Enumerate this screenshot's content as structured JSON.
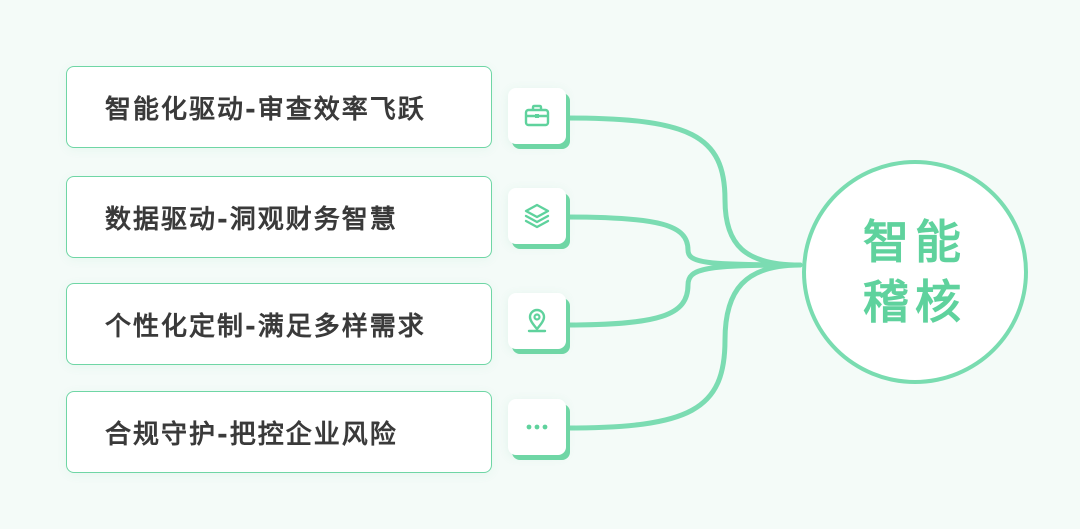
{
  "hub": {
    "label": "智能稽核"
  },
  "items": [
    {
      "label": "智能化驱动-审查效率飞跃",
      "icon": "briefcase-icon"
    },
    {
      "label": "数据驱动-洞观财务智慧",
      "icon": "layers-icon"
    },
    {
      "label": "个性化定制-满足多样需求",
      "icon": "location-pin-icon"
    },
    {
      "label": "合规守护-把控企业风险",
      "icon": "more-dots-icon"
    }
  ],
  "colors": {
    "accent": "#6fd6a5",
    "hub_text": "#5fd29d",
    "text": "#3a3a3a",
    "background": "#f4fbf8"
  }
}
